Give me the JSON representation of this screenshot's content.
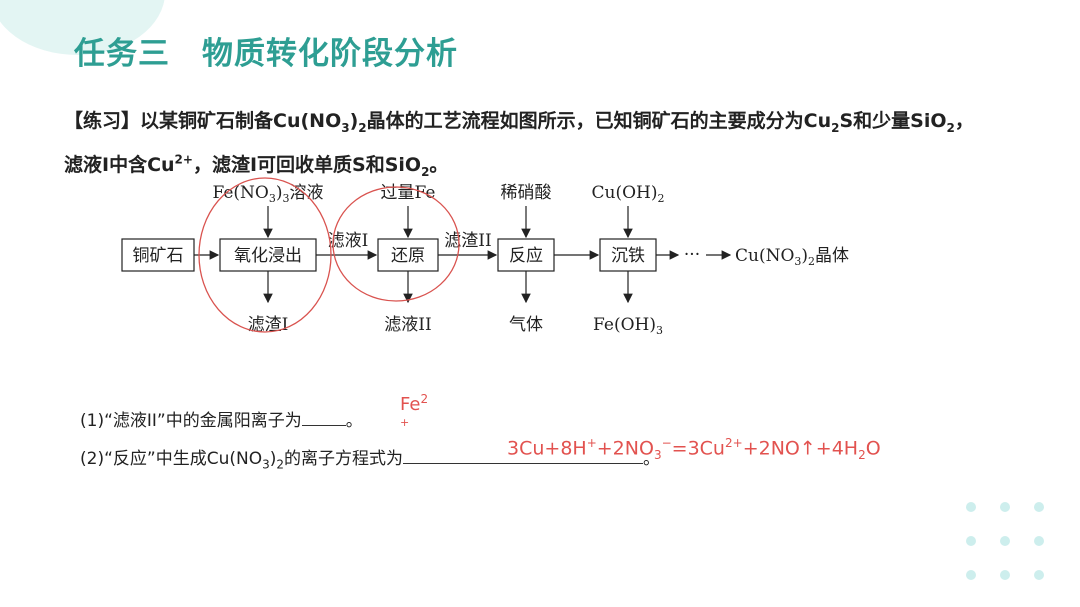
{
  "title": "任务三　物质转化阶段分析",
  "exercise": {
    "tag": "【练习】",
    "line1_a": "以某铜矿石制备Cu(NO",
    "line1_sub1": "3",
    "line1_b": ")",
    "line1_sub2": "2",
    "line1_c": "晶体的工艺流程如图所示，已知铜矿石的主要成分为Cu",
    "line1_sub3": "2",
    "line1_d": "S和少量SiO",
    "line1_sub4": "2",
    "line1_e": "，",
    "line2_a": "滤液I中含Cu",
    "line2_sup": "2+",
    "line2_b": "，滤渣I可回收单质S和SiO",
    "line2_sub": "2",
    "line2_c": "。"
  },
  "flow": {
    "box_ore": "铜矿石",
    "box_oxidize": "氧化浸出",
    "box_reduce": "还原",
    "box_react": "反应",
    "box_iron": "沉铁",
    "top1_a": "Fe(NO",
    "top1_sub": "3",
    "top1_b": ")",
    "top1_sub2": "3",
    "top1_c": "溶液",
    "top2": "过量Fe",
    "top3": "稀硝酸",
    "top4_a": "Cu(OH)",
    "top4_sub": "2",
    "mid1": "滤液I",
    "mid2": "滤渣II",
    "bottom1": "滤渣I",
    "bottom2": "滤液II",
    "bottom3": "气体",
    "bottom4_a": "Fe(OH)",
    "bottom4_sub": "3",
    "ellipsis": "···",
    "product_a": "Cu(NO",
    "product_sub": "3",
    "product_b": ")",
    "product_sub2": "2",
    "product_c": "晶体"
  },
  "questions": {
    "q1_a": "(1)“滤液II”中的金属阳离子为",
    "q1_b": "。",
    "q2_a": "(2)“反应”中生成Cu(NO",
    "q2_sub1": "3",
    "q2_b": ")",
    "q2_sub2": "2",
    "q2_c": "的离子方程式为",
    "q2_d": "。"
  },
  "answers": {
    "a1": "Fe",
    "a1_sup": "2",
    "a1_plus": "+",
    "a2_a": "3Cu+8H",
    "a2_sup1": "+",
    "a2_b": "+2NO",
    "a2_sub1": "3",
    "a2_sup2": "−",
    "a2_c": "=3Cu",
    "a2_sup3": "2+",
    "a2_d": "+2NO↑+4H",
    "a2_sub2": "2",
    "a2_e": "O"
  },
  "colors": {
    "accent": "#2e9e93",
    "answer_red": "#e2524f",
    "annotation_circle": "#d9534f"
  }
}
